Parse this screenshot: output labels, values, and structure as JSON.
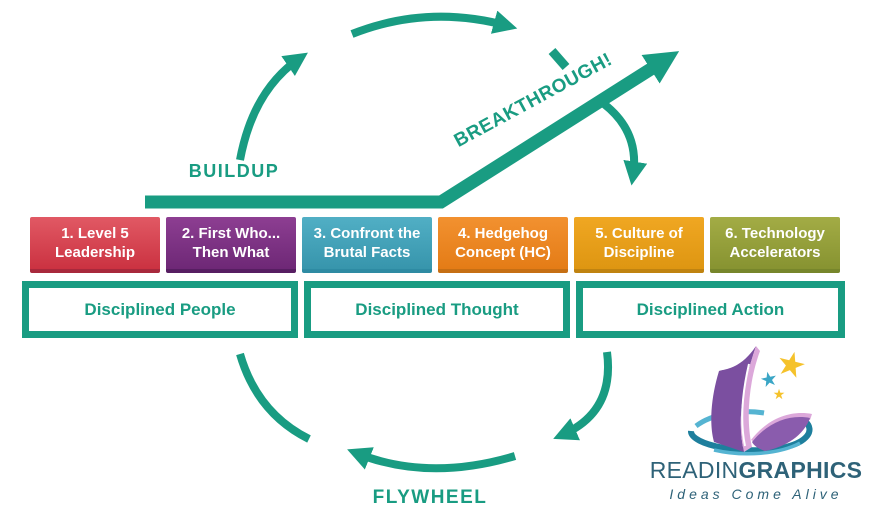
{
  "diagram": {
    "buildup_label": "BUILDUP",
    "breakthrough_label": "BREAKTHROUGH!",
    "flywheel_label": "FLYWHEEL"
  },
  "stages": [
    {
      "line1": "1. Level 5",
      "line2": "Leadership",
      "color_top": "#E15964",
      "color_bottom": "#CB3241",
      "color_edge": "#A8293C"
    },
    {
      "line1": "2. First Who...",
      "line2": "Then What",
      "color_top": "#8D3E92",
      "color_bottom": "#6E2876",
      "color_edge": "#571E62"
    },
    {
      "line1": "3. Confront the",
      "line2": "Brutal Facts",
      "color_top": "#51AFC5",
      "color_bottom": "#3795AC",
      "color_edge": "#2E8BA3"
    },
    {
      "line1": "4. Hedgehog",
      "line2": "Concept (HC)",
      "color_top": "#F29130",
      "color_bottom": "#E47C16",
      "color_edge": "#C66F14"
    },
    {
      "line1": "5. Culture of",
      "line2": "Discipline",
      "color_top": "#F0A722",
      "color_bottom": "#DE9612",
      "color_edge": "#C08310"
    },
    {
      "line1": "6. Technology",
      "line2": "Accelerators",
      "color_top": "#A3AC45",
      "color_bottom": "#879331",
      "color_edge": "#77862B"
    }
  ],
  "groups": [
    {
      "label": "Disciplined People"
    },
    {
      "label": "Disciplined Thought"
    },
    {
      "label": "Disciplined Action"
    }
  ],
  "colors": {
    "teal": "#199C82",
    "logo_text": "#2E6278",
    "logo_purple": "#7B4FA0",
    "logo_purple2": "#8A5CAD",
    "logo_pink": "#DCA8DA",
    "star_yellow": "#F5C22B",
    "star_teal": "#3BA6C6",
    "swirl_dark": "#1E7F9D",
    "swirl_light": "#55B4D2"
  },
  "icons": {
    "star": "★"
  },
  "logo": {
    "brand_part1": "READIN",
    "brand_part2": "GRAPHICS",
    "tagline": "Ideas Come Alive"
  }
}
